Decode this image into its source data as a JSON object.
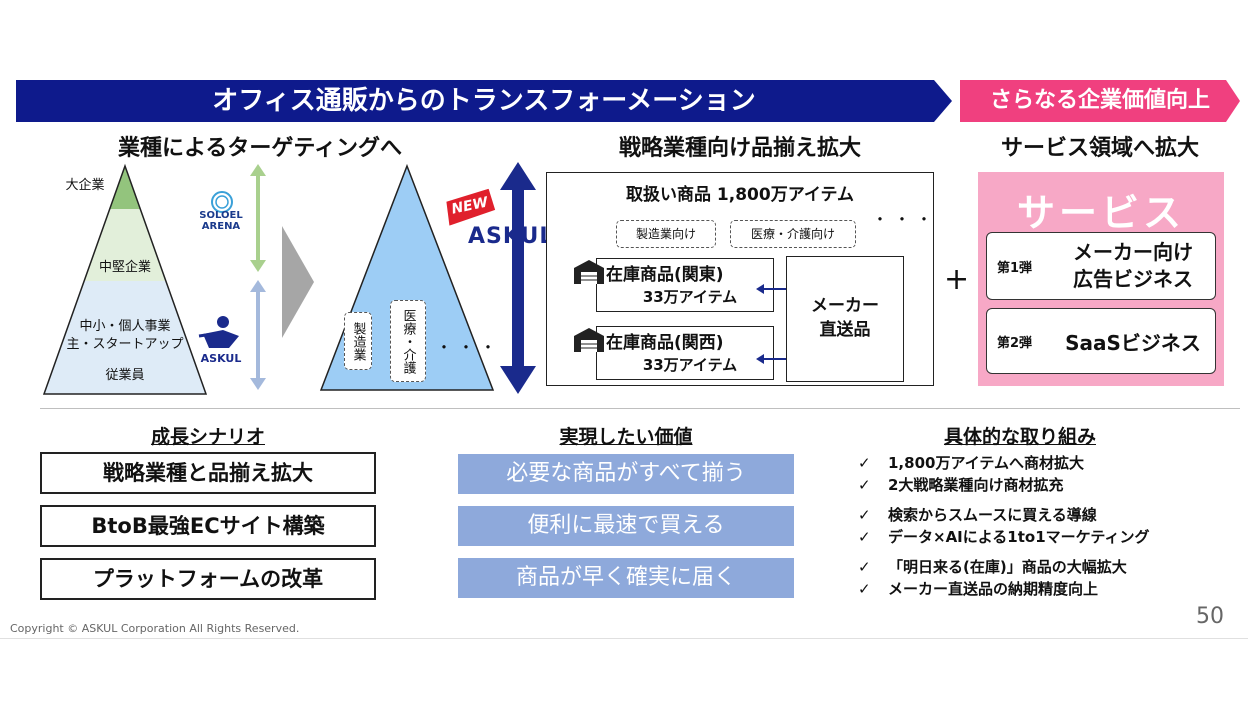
{
  "banner": {
    "main": "オフィス通販からのトランスフォーメーション",
    "side": "さらなる企業価値向上"
  },
  "section1": {
    "heading": "業種によるターゲティングへ",
    "pyramid_tiers": [
      "大企業",
      "中堅企業",
      "中小・個人事業\n主・スタートアップ",
      "従業員"
    ],
    "logo_top": "SOLOEL ARENA",
    "logo_bottom": "ASKUL",
    "industry_labels": [
      "製造業",
      "医療・介護"
    ],
    "ellipsis": "・・・"
  },
  "section2": {
    "heading": "戦略業種向け品揃え拡大",
    "askul_logo": "ASKUL",
    "new_badge": "NEW",
    "products_title": "取扱い商品 1,800万アイテム",
    "tags": [
      "製造業向け",
      "医療・介護向け"
    ],
    "ellipsis": "・・・",
    "stock_kanto": {
      "title": "在庫商品(関東)",
      "count": "33万アイテム"
    },
    "stock_kansai": {
      "title": "在庫商品(関西)",
      "count": "33万アイテム"
    },
    "maker_direct": "メーカー\n直送品"
  },
  "section3": {
    "heading": "サービス領域へ拡大",
    "plus": "+",
    "service_title": "サービス",
    "items": [
      {
        "num": "第1弾",
        "label": "メーカー向け\n広告ビジネス"
      },
      {
        "num": "第2弾",
        "label": "SaaSビジネス"
      }
    ]
  },
  "scenario": {
    "heading": "成長シナリオ",
    "items": [
      "戦略業種と品揃え拡大",
      "BtoB最強ECサイト構築",
      "プラットフォームの改革"
    ]
  },
  "values": {
    "heading": "実現したい価値",
    "items": [
      "必要な商品がすべて揃う",
      "便利に最速で買える",
      "商品が早く確実に届く"
    ]
  },
  "initiatives": {
    "heading": "具体的な取り組み",
    "checkmark": "✓",
    "items": [
      "1,800万アイテムへ商材拡大",
      "2大戦略業種向け商材拡充",
      "検索からスムースに買える導線",
      "データ×AIによる1to1マーケティング",
      "「明日来る(在庫)」商品の大幅拡大",
      "メーカー直送品の納期精度向上"
    ]
  },
  "footer": {
    "copyright": "Copyright © ASKUL Corporation All Rights Reserved.",
    "page": "50"
  },
  "colors": {
    "navy": "#0e1a8c",
    "pink": "#f0407f",
    "pink_light": "#f7a8c6",
    "sky": "#9dcdf5",
    "steel": "#8ea9db"
  }
}
